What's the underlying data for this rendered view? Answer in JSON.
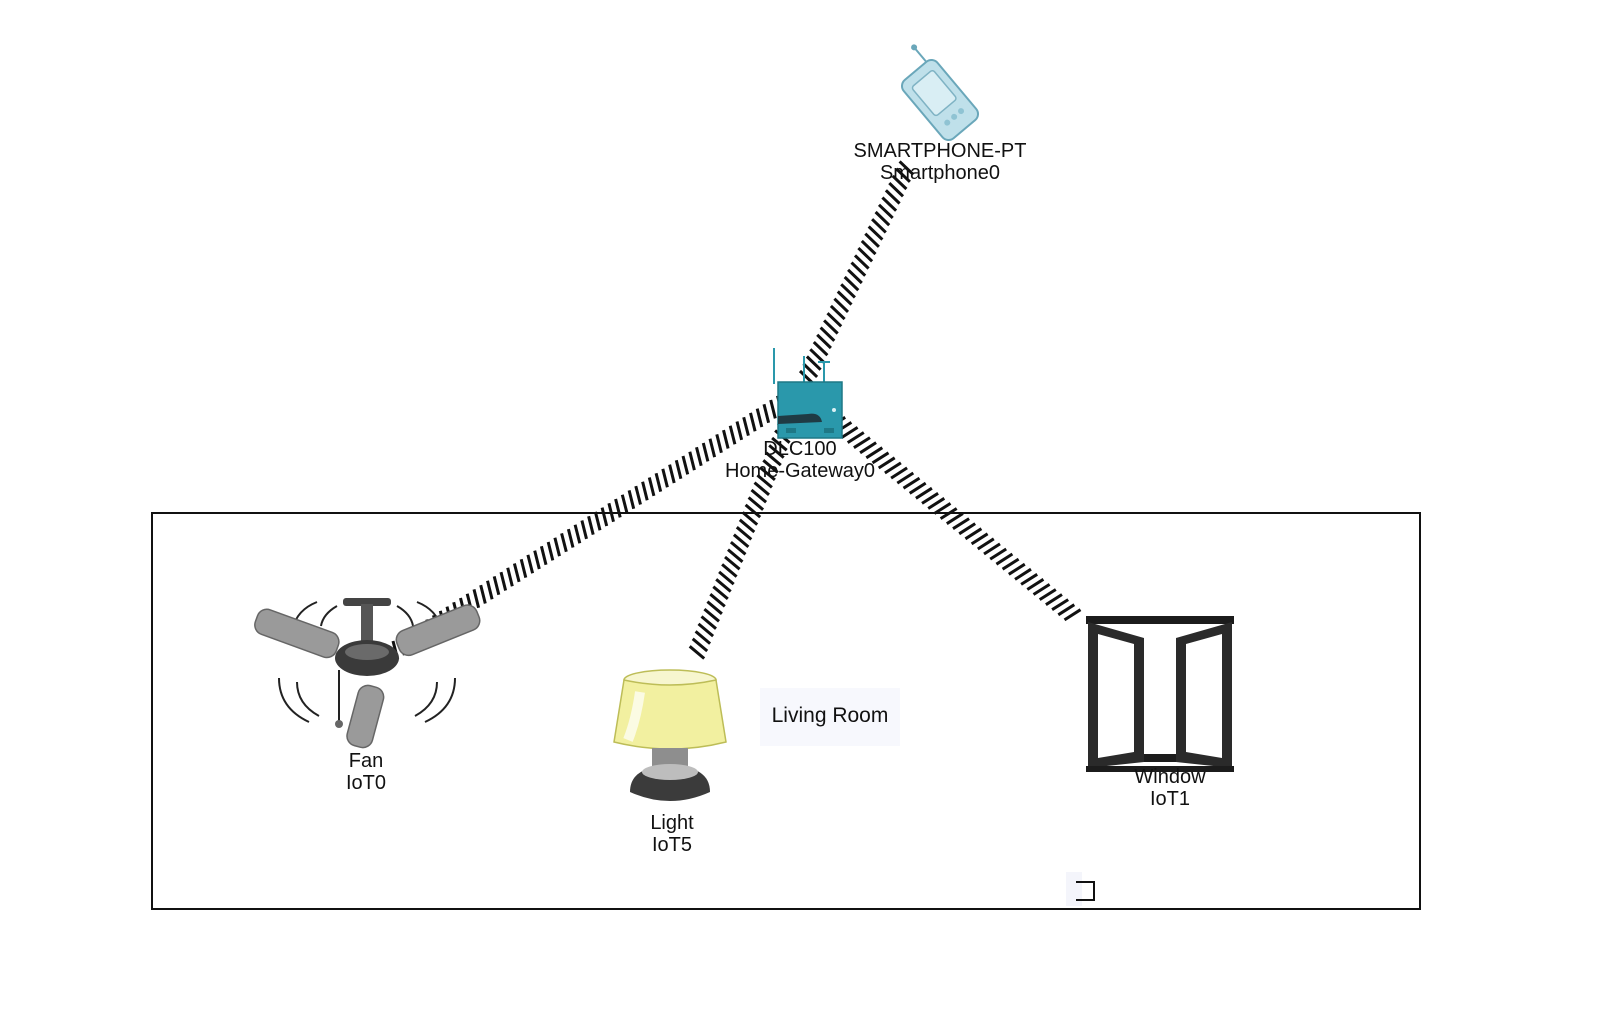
{
  "diagram": {
    "devices": [
      {
        "id": "smartphone",
        "model": "SMARTPHONE-PT",
        "name": "Smartphone0",
        "icon": "smartphone-icon"
      },
      {
        "id": "gateway",
        "model": "DLC100",
        "name": "Home-Gateway0",
        "icon": "home-gateway-icon"
      },
      {
        "id": "fan",
        "model": "Fan",
        "name": "IoT0",
        "icon": "ceiling-fan-icon"
      },
      {
        "id": "light",
        "model": "Light",
        "name": "IoT5",
        "icon": "lamp-icon"
      },
      {
        "id": "window",
        "model": "Window",
        "name": "IoT1",
        "icon": "window-icon"
      }
    ],
    "links": [
      {
        "from": "gateway",
        "to": "smartphone",
        "type": "wireless"
      },
      {
        "from": "gateway",
        "to": "fan",
        "type": "wireless"
      },
      {
        "from": "gateway",
        "to": "light",
        "type": "wireless"
      },
      {
        "from": "gateway",
        "to": "window",
        "type": "wireless"
      }
    ],
    "area": {
      "label": "Living Room"
    },
    "colors": {
      "gateway": "#2a98ab",
      "smartphone": "#bfe0ea",
      "lamp_shade": "#f2f0a0",
      "link": "#111111"
    }
  }
}
